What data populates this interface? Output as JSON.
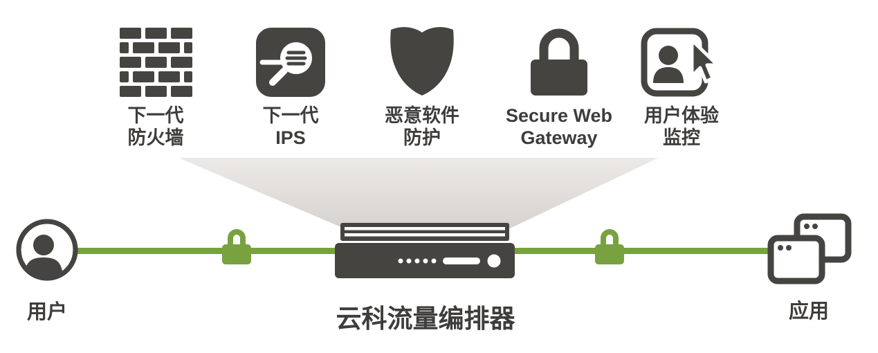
{
  "services": [
    {
      "line1": "下一代",
      "line2": "防火墙",
      "icon": "firewall-icon"
    },
    {
      "line1": "下一代",
      "line2": "IPS",
      "icon": "inspection-magnifier-icon"
    },
    {
      "line1": "恶意软件",
      "line2": "防护",
      "icon": "shield-icon"
    },
    {
      "line1": "Secure Web",
      "line2": "Gateway",
      "icon": "padlock-icon"
    },
    {
      "line1": "用户体验",
      "line2": "监控",
      "icon": "user-experience-monitor-icon"
    }
  ],
  "endpoints": {
    "user": {
      "label": "用户",
      "icon": "user-circle-icon"
    },
    "apps": {
      "label": "应用",
      "icon": "applications-windows-icon"
    }
  },
  "appliance": {
    "label": "云科流量编排器",
    "icon": "appliance-server-icon"
  },
  "flow": {
    "locks": [
      "encrypted-link-lock-left",
      "encrypted-link-lock-right"
    ]
  },
  "colors": {
    "icon_dark": "#454441",
    "text_dark": "#3e3d3b",
    "line_green": "#77a23f",
    "funnel_top": "#eceae7",
    "funnel_bottom": "#d6d3cf"
  }
}
